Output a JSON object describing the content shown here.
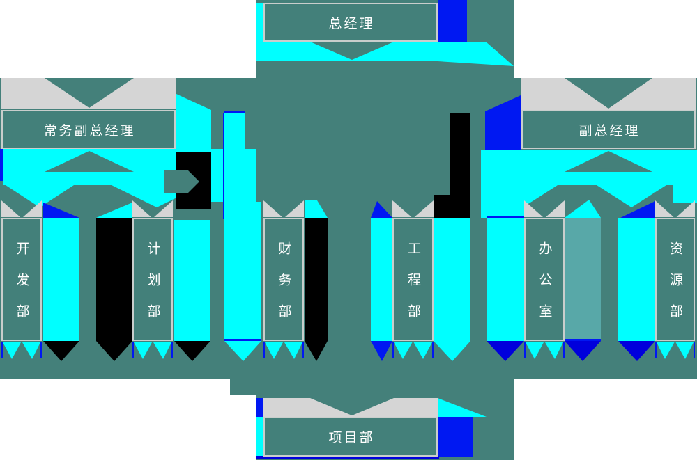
{
  "colors": {
    "page_bg": "#ffffff",
    "canvas_teal": "#44807a",
    "node_fill": "#43807a",
    "node_border": "#c9cecc",
    "ribbon_cyan": "#00ffff",
    "ribbon_blue": "#0018f2",
    "ribbon_dark_blue": "#0000dc",
    "ribbon_black": "#000000",
    "ribbon_grey": "#d5d5d5",
    "ribbon_light_teal": "#58a8a8",
    "text_color": "#ffffff"
  },
  "org_chart": {
    "general_manager": {
      "label": "总经理"
    },
    "executive_deputy_gm": {
      "label": "常务副总经理"
    },
    "deputy_gm": {
      "label": "副总经理"
    },
    "project_department": {
      "label": "项目部"
    },
    "departments": [
      {
        "label": "开发部"
      },
      {
        "label": "计划部"
      },
      {
        "label": "财务部"
      },
      {
        "label": "工程部"
      },
      {
        "label": "办公室"
      },
      {
        "label": "资源部"
      }
    ]
  }
}
